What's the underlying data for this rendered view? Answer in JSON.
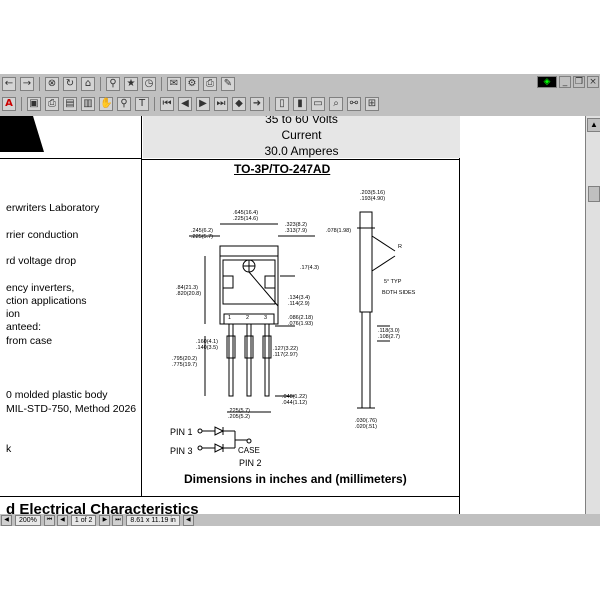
{
  "toolbar": {
    "row1_icons": [
      "back-arrow-icon",
      "forward-arrow-icon",
      "stop-icon",
      "refresh-icon",
      "home-icon",
      "search-icon",
      "favorites-icon",
      "history-icon",
      "mail-icon",
      "print-icon",
      "edit-icon"
    ],
    "window_controls": [
      "minimize",
      "restore",
      "close"
    ]
  },
  "document": {
    "header_lines": [
      "35 to 60 Volts",
      "Current",
      "30.0 Amperes"
    ],
    "package_title": "TO-3P/TO-247AD",
    "left_texts": [
      "erwriters Laboratory",
      "rrier conduction",
      "rd voltage drop",
      "ency inverters,",
      "ction applications",
      "ion",
      "anteed:",
      "from case",
      "0 molded plastic body",
      "MIL-STD-750, Method 2026",
      "k"
    ],
    "section_heading": "d Electrical Characteristics",
    "dimensions_caption": "Dimensions in inches and (millimeters)",
    "pins": {
      "pin1": "PIN 1",
      "pin3": "PIN 3",
      "case": "CASE",
      "pin2": "PIN 2"
    },
    "pin_numbers": [
      "1",
      "2",
      "3"
    ],
    "dim_labels": {
      "d1": ".645(16.4)",
      "d2": ".225(14.6)",
      "d3": ".245(6.2)",
      "d4": ".225(5.7)",
      "d5": ".323(8.2)",
      "d6": ".313(7.9)",
      "d7": ".17(4.3)",
      "d8": ".84(21.3)",
      "d9": ".820(20.8)",
      "d10": ".134(3.4)",
      "d11": ".114(2.9)",
      "d12": ".086(2.18)",
      "d13": ".076(1.93)",
      "d14": ".160(4.1)",
      "d15": ".140(3.5)",
      "d16": ".795(20.2)",
      "d17": ".775(19.7)",
      "d18": ".127(3.22)",
      "d19": ".117(2.97)",
      "d20": ".048(1.22)",
      "d21": ".044(1.12)",
      "d22": ".225(5.7)",
      "d23": ".205(5.2)",
      "s1": ".203(5.16)",
      "s2": ".193(4.90)",
      "s3": ".078(1.98)",
      "s4": "R",
      "s5": "5° TYP",
      "s6": "BOTH SIDES",
      "s7": ".118(3.0)",
      "s8": ".108(2.7)",
      "s9": ".030(.76)",
      "s10": ".020(.51)"
    }
  },
  "status": {
    "zoom": "200%",
    "page": "1 of 2",
    "size": "8.61 x 11.19 in"
  }
}
